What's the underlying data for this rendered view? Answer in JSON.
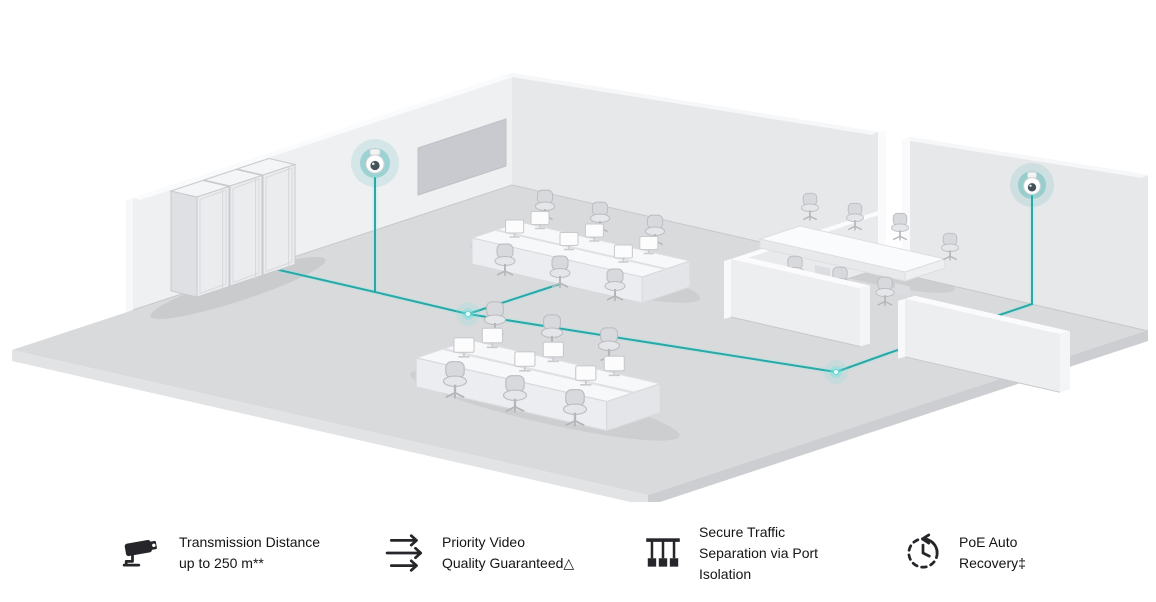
{
  "accent_color": "#1FA6A6",
  "icon_color": "#26262a",
  "scene": {
    "name": "office-poe-surveillance-network-illustration",
    "cameras": [
      "wall-dome-camera-left",
      "wall-dome-camera-right"
    ],
    "elements": [
      "server-racks",
      "desk-cluster-top",
      "desk-cluster-bottom",
      "meeting-room-table",
      "network-cables",
      "glow-nodes"
    ]
  },
  "features": [
    {
      "icon": "cctv-camera-icon",
      "line1": "Transmission Distance",
      "line2": "up to 250 m**",
      "line3": ""
    },
    {
      "icon": "priority-arrows-icon",
      "line1": "Priority Video",
      "line2": "Quality Guaranteed△",
      "line3": ""
    },
    {
      "icon": "port-isolation-icon",
      "line1": "Secure Traffic",
      "line2": "Separation via Port",
      "line3": "Isolation"
    },
    {
      "icon": "poe-auto-recovery-icon",
      "line1": "PoE Auto",
      "line2": "Recovery‡",
      "line3": ""
    }
  ]
}
